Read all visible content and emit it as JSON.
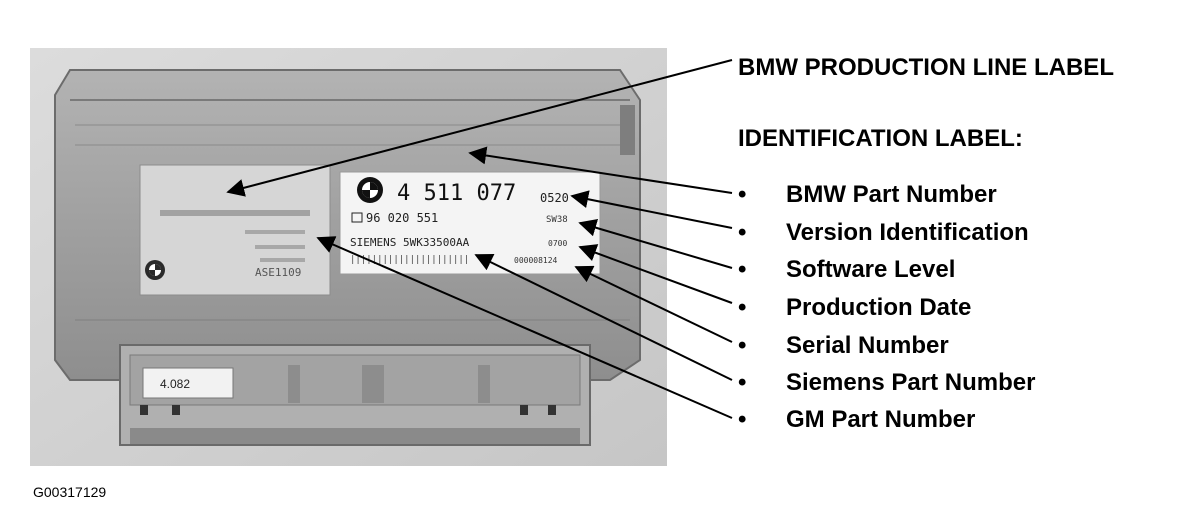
{
  "callouts": {
    "production_label": "BMW PRODUCTION LINE LABEL",
    "identification_label": "IDENTIFICATION LABEL:",
    "bullet_glyph": "•",
    "items": [
      "BMW Part Number",
      "Version Identification",
      "Software Level",
      "Production Date",
      "Serial Number",
      "Siemens Part Number",
      "GM Part Number"
    ]
  },
  "module": {
    "id_label": {
      "bmw_part_number": "4 511 077",
      "version": "0520",
      "gm_part_number": "96 020 551",
      "software_level": "SW38",
      "siemens": "SIEMENS 5WK33500AA",
      "production_date": "0700",
      "serial_number": "000008124",
      "barcode_text": "||||||||||||||||||||||"
    },
    "production_label": {
      "code": "ASE1109"
    },
    "connector_tag": "4.082"
  },
  "figure_id": "G00317129",
  "colors": {
    "photo_bg": "#d2d2d2",
    "housing": "#9c9c9c",
    "label_white": "#f4f4f4",
    "ink": "#000000"
  }
}
